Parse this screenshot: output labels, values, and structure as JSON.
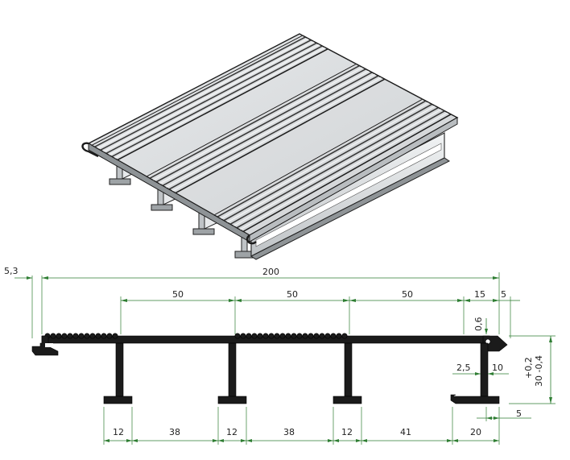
{
  "drawing": {
    "colors": {
      "dimension": "#2e7d32",
      "profile": "#1b1b1b",
      "surface_grey": "#d9dbdc",
      "groove_dark": "#3a3a3a"
    },
    "dimensions": {
      "lip": "5,3",
      "total_width": "200",
      "pitch_1": "50",
      "pitch_2": "50",
      "pitch_3": "50",
      "edge_15": "15",
      "edge_5_top": "5",
      "thickness": "0,6",
      "web_gap": "2,5",
      "web_end": "10",
      "height_tol_plus": "+0,2",
      "height_tol_minus": "30 -0,4",
      "flange_a": "12",
      "gap_a": "38",
      "flange_b": "12",
      "gap_b": "38",
      "flange_c": "12",
      "gap_c": "41",
      "flange_d": "20",
      "tip_5": "5"
    }
  }
}
